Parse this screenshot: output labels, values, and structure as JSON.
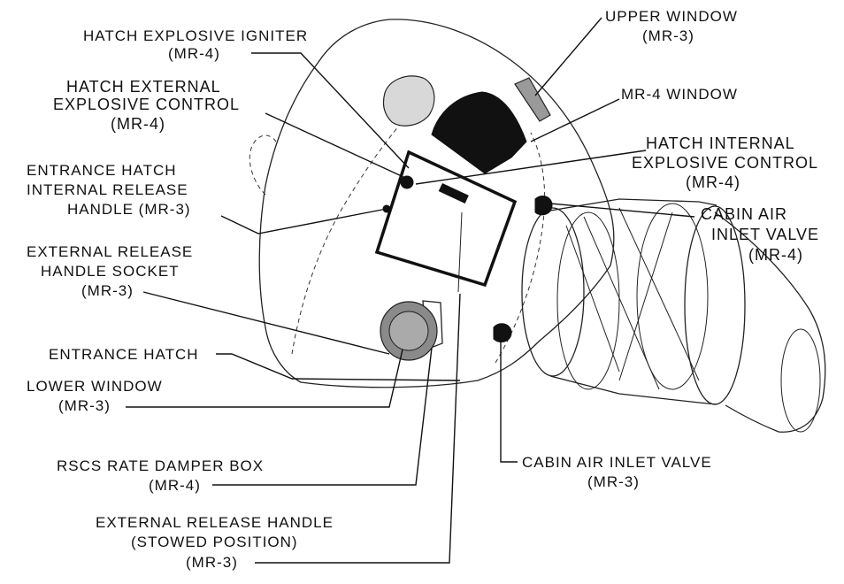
{
  "colors": {
    "ink": "#111111",
    "background": "#ffffff"
  },
  "labels": {
    "upper_window": [
      "UPPER WINDOW",
      "(MR-3)"
    ],
    "hatch_explosive_igniter": [
      "HATCH EXPLOSIVE IGNITER",
      "(MR-4)"
    ],
    "mr4_window": [
      "MR-4 WINDOW"
    ],
    "hatch_external_explosive_control": [
      "HATCH EXTERNAL",
      "EXPLOSIVE CONTROL",
      "(MR-4)"
    ],
    "hatch_internal_explosive_control": [
      "HATCH INTERNAL",
      "EXPLOSIVE CONTROL",
      "(MR-4)"
    ],
    "entrance_hatch_internal_release_handle": [
      "ENTRANCE HATCH",
      "INTERNAL RELEASE",
      "HANDLE (MR-3)"
    ],
    "cabin_air_inlet_valve_mr4": [
      "CABIN AIR",
      "INLET VALVE",
      "(MR-4)"
    ],
    "external_release_handle_socket": [
      "EXTERNAL RELEASE",
      "HANDLE SOCKET",
      "(MR-3)"
    ],
    "entrance_hatch": [
      "ENTRANCE HATCH"
    ],
    "lower_window": [
      "LOWER WINDOW",
      "(MR-3)"
    ],
    "rscs_rate_damper_box": [
      "RSCS RATE DAMPER BOX",
      "(MR-4)"
    ],
    "cabin_air_inlet_valve_mr3": [
      "CABIN AIR INLET VALVE",
      "(MR-3)"
    ],
    "external_release_handle": [
      "EXTERNAL RELEASE HANDLE",
      "(STOWED POSITION)",
      "(MR-3)"
    ]
  }
}
